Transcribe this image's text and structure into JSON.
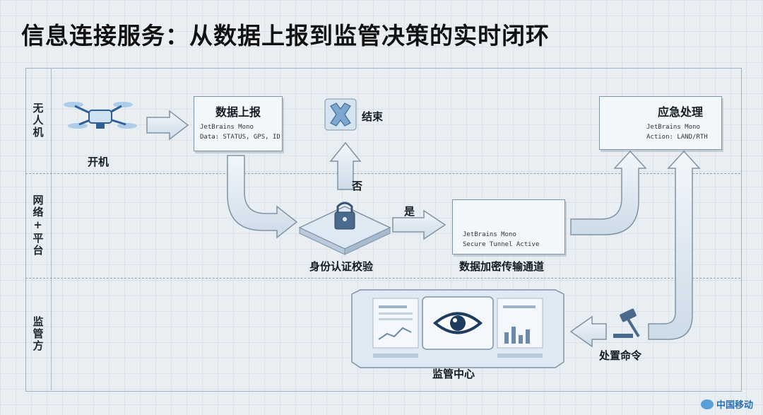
{
  "title": "信息连接服务：从数据上报到监管决策的实时闭环",
  "lanes": {
    "drone": "无人机",
    "network": "网络+平台",
    "regulator": "监管方"
  },
  "nodes": {
    "power_on": "开机",
    "data_report": {
      "title": "数据上报",
      "line1": "JetBrains Mono",
      "line2": "Data: STATUS, GPS, ID"
    },
    "end": "结束",
    "auth": "身份认证校验",
    "tunnel": {
      "line1": "JetBrains Mono",
      "line2": "Secure Tunnel Active",
      "label": "数据加密传输通道"
    },
    "emergency": {
      "title": "应急处理",
      "line1": "JetBrains Mono",
      "line2": "Action: LAND/RTH"
    },
    "command": "处置命令",
    "center": "监管中心"
  },
  "branches": {
    "no": "否",
    "yes": "是"
  },
  "logo": "中国移动",
  "colors": {
    "accent": "#3b6fb0",
    "arrow_fill": "#dfe8f1",
    "arrow_stroke": "#7f93a6",
    "alarm": "#d9342b"
  }
}
